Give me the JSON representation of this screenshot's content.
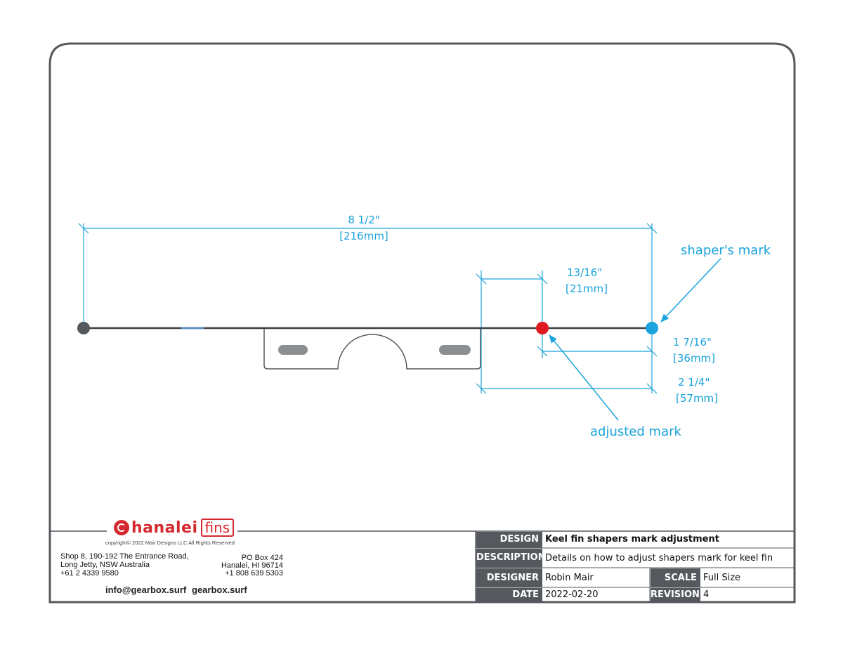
{
  "drawing": {
    "dimensions": {
      "overall": {
        "imperial": "8 1/2\"",
        "metric": "[216mm]"
      },
      "adjust_offset": {
        "imperial": "13/16\"",
        "metric": "[21mm]"
      },
      "mark_to_box": {
        "imperial": "1 7/16\"",
        "metric": "[36mm]"
      },
      "box_end_offset": {
        "imperial": "2 1/4\"",
        "metric": "[57mm]"
      }
    },
    "callouts": {
      "shapers_mark": "shaper's mark",
      "adjusted_mark": "adjusted mark"
    },
    "colors": {
      "dimension": "#1aa3dc",
      "shapers_mark": "#1aa3dc",
      "adjusted_mark": "#e0191f",
      "baseline": "#3a3d40",
      "frame": "#55595d"
    }
  },
  "company": {
    "logo_text": "hanalei",
    "logo_fins": "fins",
    "copyright": "copyright© 2022 Mair Designs LLC All Rights Reserved",
    "address_au_line1": "Shop 8, 190-192 The Entrance Road,",
    "address_au_line2": "Long Jetty, NSW Australia",
    "address_au_phone": "+61 2 4339 9580",
    "address_us_line1": "PO Box 424",
    "address_us_line2": "Hanalei, HI 96714",
    "address_us_phone": "+1 808 639 5303",
    "email": "info@gearbox.surf",
    "website": "gearbox.surf"
  },
  "title_block": {
    "design_label": "DESIGN",
    "design_value": "Keel fin shapers mark adjustment",
    "description_label": "DESCRIPTION",
    "description_value": "Details on how to adjust shapers mark for keel fin",
    "designer_label": "DESIGNER",
    "designer_value": "Robin Mair",
    "scale_label": "SCALE",
    "scale_value": "Full Size",
    "date_label": "DATE",
    "date_value": "2022-02-20",
    "revision_label": "REVISION",
    "revision_value": "4"
  }
}
